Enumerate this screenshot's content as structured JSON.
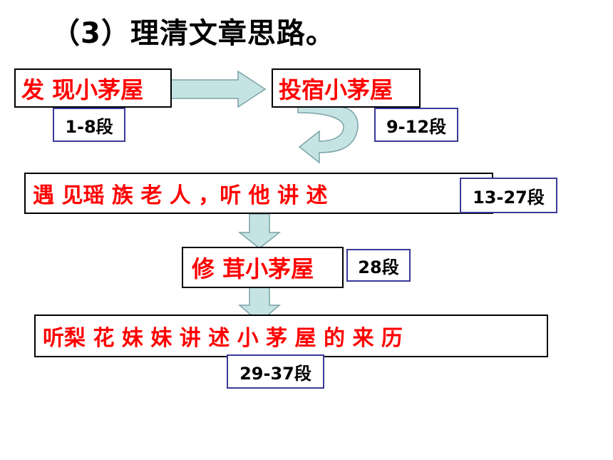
{
  "title": "（3）理清文章思路。",
  "steps": [
    {
      "text": "发 现小茅屋",
      "paragraphs": "1-8段"
    },
    {
      "text": "投宿小茅屋",
      "paragraphs": "9-12段"
    },
    {
      "text": "遇 见瑶 族 老 人 ，听 他 讲 述",
      "paragraphs": "13-27段"
    },
    {
      "text": "修 茸小茅屋",
      "paragraphs": "28段"
    },
    {
      "text": "听梨 花 妹 妹 讲 述 小 茅 屋 的 来 历",
      "paragraphs": "29-37段"
    }
  ],
  "colors": {
    "step_text": "#ff0000",
    "arrow_fill": "#c6e3e3",
    "arrow_stroke": "#7aa3a8",
    "tag_border": "#3a3a9a"
  }
}
